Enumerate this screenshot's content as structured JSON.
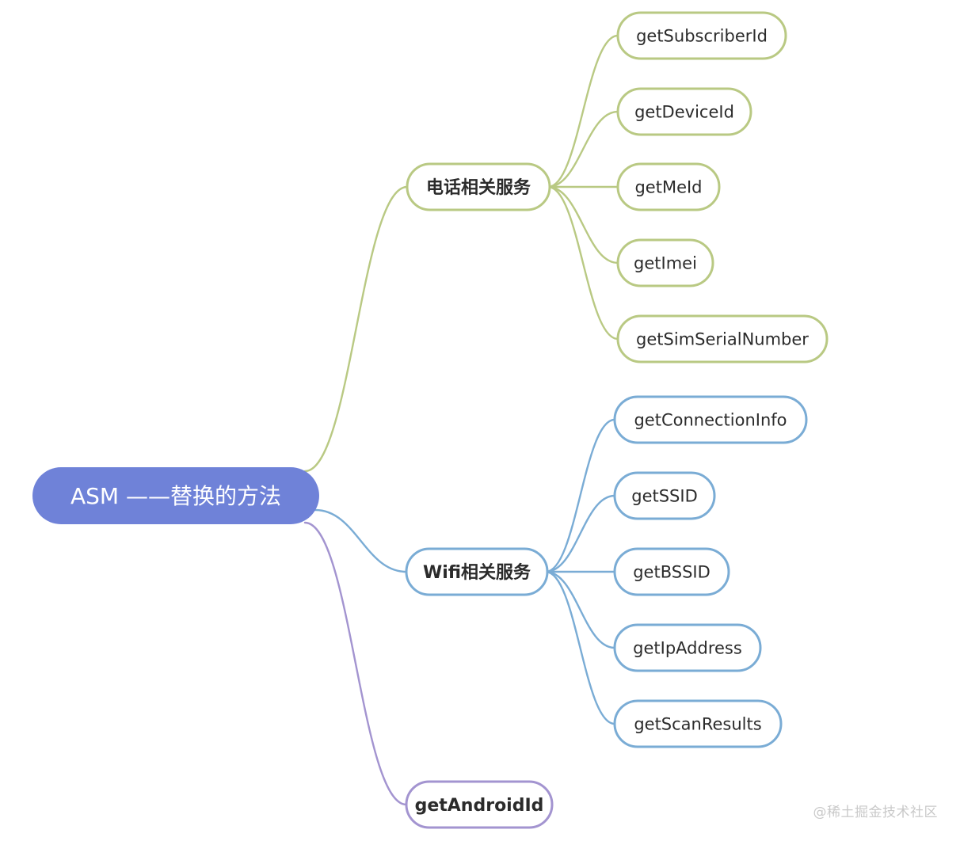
{
  "colors": {
    "root_fill": "#6f82d8",
    "root_text": "#ffffff",
    "phone_branch": "#b9c983",
    "wifi_branch": "#7aacd5",
    "android_branch": "#a394d0",
    "node_fill": "#ffffff",
    "node_text": "#2b2b2b"
  },
  "mindmap": {
    "root": {
      "label": "ASM ——替换的方法"
    },
    "branches": [
      {
        "id": "phone",
        "label": "电话相关服务",
        "color": "#b9c983",
        "children": [
          {
            "label": "getSubscriberId"
          },
          {
            "label": "getDeviceId"
          },
          {
            "label": "getMeId"
          },
          {
            "label": "getImei"
          },
          {
            "label": "getSimSerialNumber"
          }
        ]
      },
      {
        "id": "wifi",
        "label": "Wifi相关服务",
        "color": "#7aacd5",
        "children": [
          {
            "label": "getConnectionInfo"
          },
          {
            "label": "getSSID"
          },
          {
            "label": "getBSSID"
          },
          {
            "label": "getIpAddress"
          },
          {
            "label": "getScanResults"
          }
        ]
      },
      {
        "id": "android",
        "label": "getAndroidId",
        "color": "#a394d0",
        "children": []
      }
    ]
  },
  "watermark": "@稀土掘金技术社区"
}
